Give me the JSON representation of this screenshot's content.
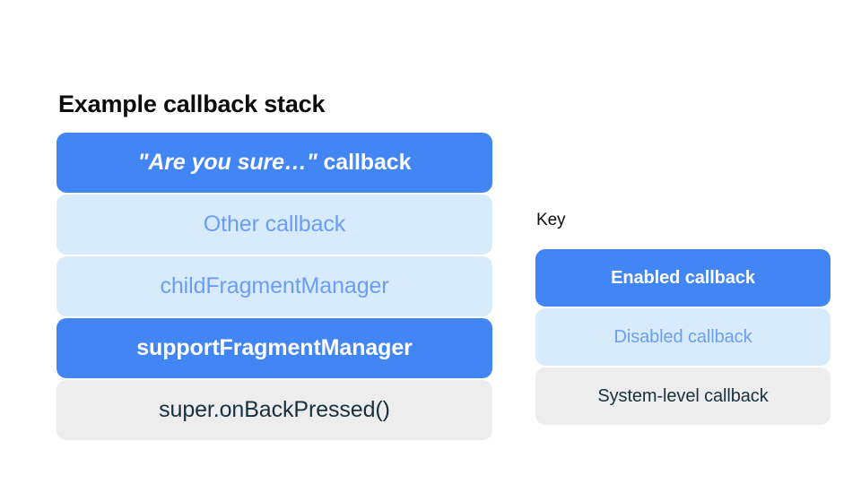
{
  "colors": {
    "enabled_fill": "#4285f4",
    "enabled_text": "#ffffff",
    "disabled_fill": "#d7ebfd",
    "disabled_text": "#6c9df5",
    "system_fill": "#ededed",
    "system_text": "#17313f",
    "background": "#ffffff",
    "heading_text": "#0d0d0d"
  },
  "stack": {
    "title": "Example callback stack",
    "rows": [
      {
        "label": "callback",
        "quoted": "\"Are you sure…\"",
        "state": "enabled"
      },
      {
        "label": "Other callback",
        "quoted": "",
        "state": "disabled"
      },
      {
        "label": "childFragmentManager",
        "quoted": "",
        "state": "disabled"
      },
      {
        "label": "supportFragmentManager",
        "quoted": "",
        "state": "enabled"
      },
      {
        "label": "super.onBackPressed()",
        "quoted": "",
        "state": "system"
      }
    ]
  },
  "key": {
    "title": "Key",
    "items": [
      {
        "label": "Enabled callback",
        "state": "enabled"
      },
      {
        "label": "Disabled callback",
        "state": "disabled"
      },
      {
        "label": "System-level callback",
        "state": "system"
      }
    ]
  }
}
